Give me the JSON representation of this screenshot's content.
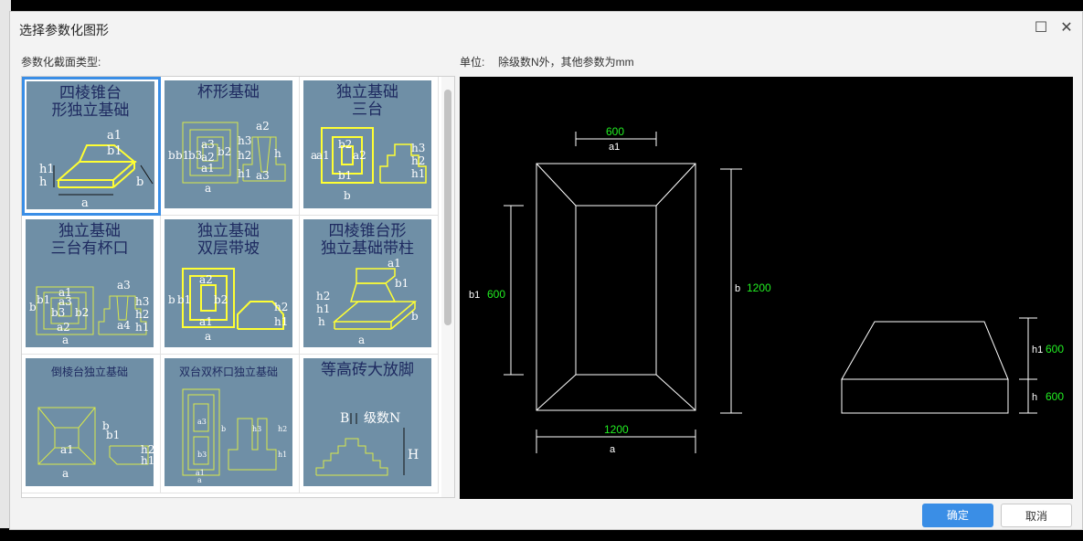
{
  "dialog": {
    "title": "选择参数化图形",
    "maximize_icon": "maximize-icon",
    "close_icon": "close-icon",
    "list_label": "参数化截面类型:",
    "unit_label": "单位:",
    "unit_text": "除级数N外，其他参数为mm",
    "ok_label": "确定",
    "cancel_label": "取消",
    "accent": "#3a8ee6"
  },
  "shapes": [
    {
      "title": "四棱锥台\n形独立基础",
      "selected": true
    },
    {
      "title": "杯形基础",
      "selected": false
    },
    {
      "title": "独立基础\n三台",
      "selected": false
    },
    {
      "title": "独立基础\n三台有杯口",
      "selected": false
    },
    {
      "title": "独立基础\n双层带坡",
      "selected": false
    },
    {
      "title": "四棱锥台形\n独立基础带柱",
      "selected": false
    },
    {
      "title": "倒棱台独立基础",
      "selected": false
    },
    {
      "title": "双台双杯口独立基础",
      "selected": false
    },
    {
      "title": "等高砖大放脚",
      "selected": false
    }
  ],
  "preview": {
    "a1_value": "600",
    "a1_name": "a1",
    "b1_name": "b1",
    "b1_value": "600",
    "b_name": "b",
    "b_value": "1200",
    "a_value": "1200",
    "a_name": "a",
    "h1_name": "h1",
    "h1_value": "600",
    "h_name": "h",
    "h_value": "600",
    "line_color": "#ffffff",
    "value_color": "#22ee22"
  }
}
